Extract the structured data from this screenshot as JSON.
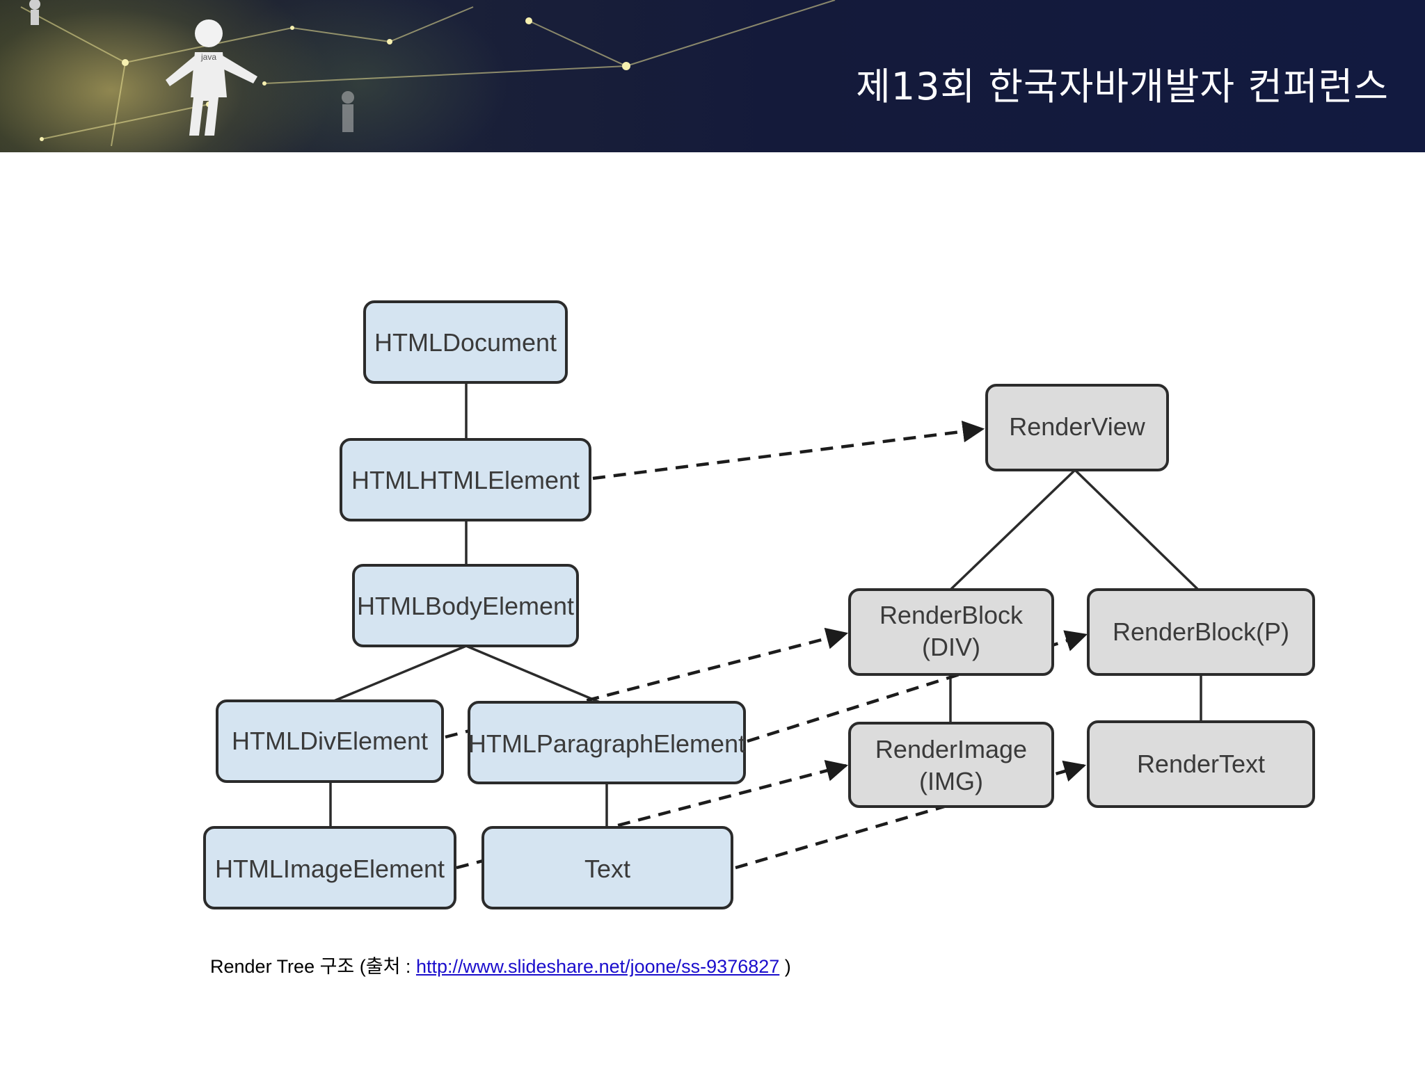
{
  "header": {
    "title": "제13회 한국자바개발자 컨퍼런스",
    "mascot_label": "java"
  },
  "diagram": {
    "dom_nodes": {
      "html_document": "HTMLDocument",
      "html_html_element": "HTMLHTMLElement",
      "html_body_element": "HTMLBodyElement",
      "html_div_element": "HTMLDivElement",
      "html_paragraph_element": "HTMLParagraphElement",
      "html_image_element": "HTMLImageElement",
      "text": "Text"
    },
    "render_nodes": {
      "render_view": "RenderView",
      "render_block_div": [
        "RenderBlock",
        "(DIV)"
      ],
      "render_block_p": "RenderBlock(P)",
      "render_image": [
        "RenderImage",
        "(IMG)"
      ],
      "render_text": "RenderText"
    },
    "colors": {
      "dom_fill": "#d5e4f1",
      "render_fill": "#dcdcdc",
      "stroke": "#2b2b2b"
    }
  },
  "caption": {
    "prefix": "Render Tree 구조 (출처 : ",
    "link": "http://www.slideshare.net/joone/ss-9376827",
    "suffix": " )"
  }
}
